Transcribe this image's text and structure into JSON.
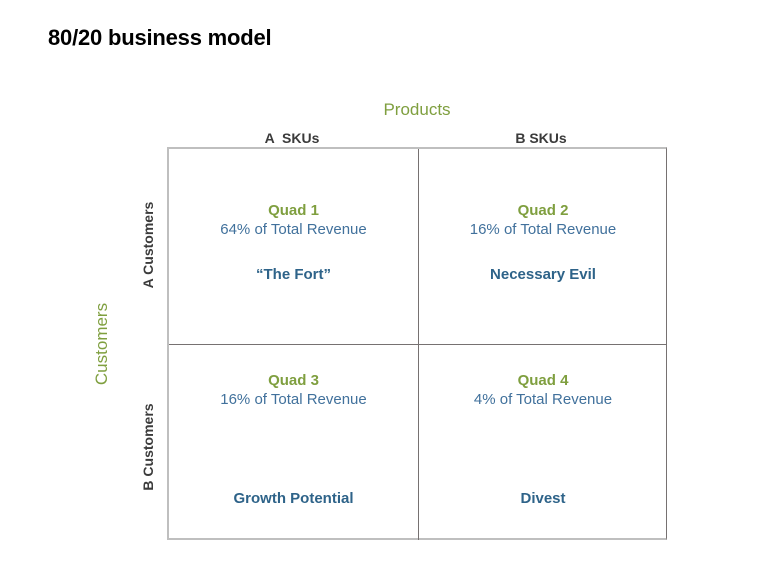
{
  "slide": {
    "title": "80/20 business model"
  },
  "axes": {
    "x_label": "Products",
    "y_label": "Customers",
    "x_label_color": "#7f9f3f",
    "y_label_color": "#7f9f3f",
    "columns": [
      {
        "label": "A  SKUs"
      },
      {
        "label": "B SKUs"
      }
    ],
    "rows": [
      {
        "label": "A Customers"
      },
      {
        "label": "B Customers"
      }
    ]
  },
  "colors": {
    "green": "#7f9f3f",
    "blue_light": "#41719c",
    "blue_dark": "#2e6389",
    "border_outer": "#bfbfbf",
    "border_inner": "#767171",
    "title": "#000000",
    "header": "#3b3b3b"
  },
  "chart_data": {
    "type": "table",
    "title": "80/20 business model",
    "xlabel": "Products",
    "ylabel": "Customers",
    "categories_x": [
      "A  SKUs",
      "B SKUs"
    ],
    "categories_y": [
      "A Customers",
      "B Customers"
    ],
    "grid": true,
    "legend": "none",
    "cells": [
      {
        "quad": "Quad 1",
        "row": "A Customers",
        "column": "A  SKUs",
        "value": 64,
        "revenue_text": "64% of Total Revenue",
        "name": "“The Fort”"
      },
      {
        "quad": "Quad 2",
        "row": "A Customers",
        "column": "B SKUs",
        "value": 16,
        "revenue_text": "16% of Total Revenue",
        "name": "Necessary Evil"
      },
      {
        "quad": "Quad 3",
        "row": "B Customers",
        "column": "A  SKUs",
        "value": 16,
        "revenue_text": "16% of Total Revenue",
        "name": "Growth Potential"
      },
      {
        "quad": "Quad 4",
        "row": "B Customers",
        "column": "B SKUs",
        "value": 4,
        "revenue_text": "4% of Total Revenue",
        "name": "Divest"
      }
    ]
  },
  "quadrants": [
    {
      "title": "Quad 1",
      "revenue": "64% of Total Revenue",
      "name": "“The Fort”"
    },
    {
      "title": "Quad 2",
      "revenue": "16% of Total Revenue",
      "name": "Necessary Evil"
    },
    {
      "title": "Quad 3",
      "revenue": "16% of Total Revenue",
      "name": "Growth Potential"
    },
    {
      "title": "Quad 4",
      "revenue": "4% of Total Revenue",
      "name": "Divest"
    }
  ]
}
